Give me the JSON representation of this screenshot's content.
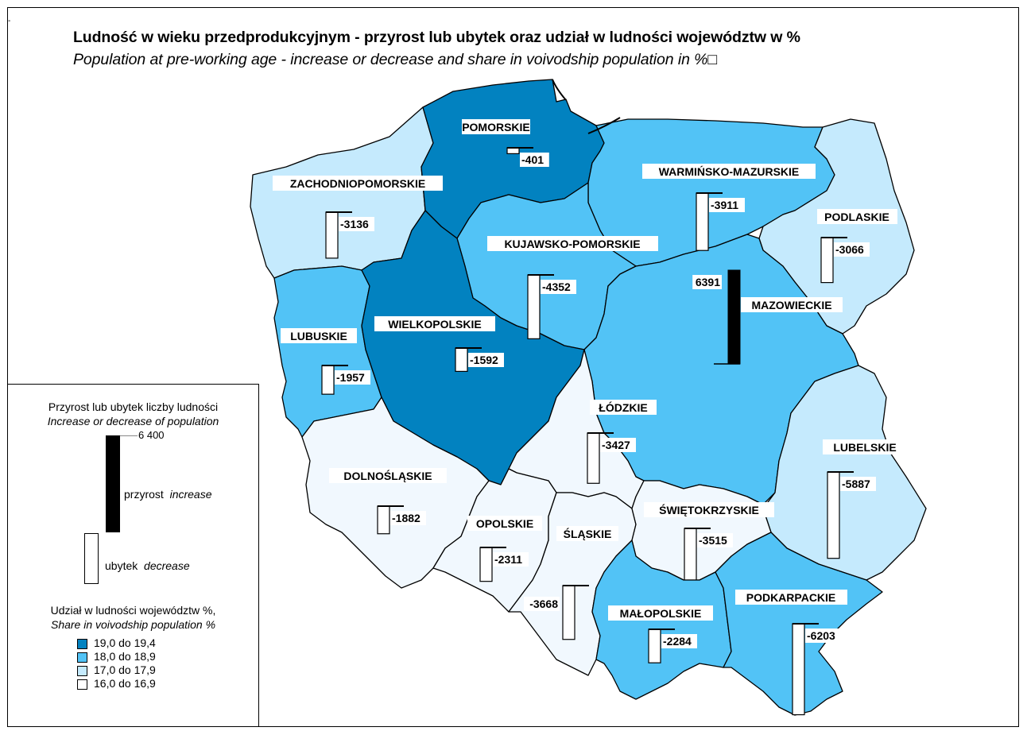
{
  "corner_mark": "-",
  "title": "Ludność w wieku przedprodukcyjnym - przyrost lub ubytek oraz udział w ludności województw w %",
  "subtitle": "Population at pre-working age - increase or decrease and share in voivodship population in %□",
  "colors": {
    "class_19_0_19_4": "#0282c0",
    "class_18_0_18_9": "#52c3f6",
    "class_17_0_17_9": "#c5eafd",
    "class_16_0_16_9": "#f1f8fe",
    "increase_bar": "#000000",
    "decrease_bar": "#ffffff"
  },
  "regions": {
    "zachodniopomorskie": {
      "name": "ZACHODNIOPOMORSKIE",
      "value": -3136,
      "value_label": "-3136",
      "share_class": "17,0 do 17,9"
    },
    "pomorskie": {
      "name": "POMORSKIE",
      "value": -401,
      "value_label": "-401",
      "share_class": "19,0 do 19,4"
    },
    "warminsko_mazurskie": {
      "name": "WARMIŃSKO-MAZURSKIE",
      "value": -3911,
      "value_label": "-3911",
      "share_class": "18,0 do 18,9"
    },
    "podlaskie": {
      "name": "PODLASKIE",
      "value": -3066,
      "value_label": "-3066",
      "share_class": "17,0 do 17,9"
    },
    "kujawsko_pomorskie": {
      "name": "KUJAWSKO-POMORSKIE",
      "value": -4352,
      "value_label": "-4352",
      "share_class": "18,0 do 18,9"
    },
    "mazowieckie": {
      "name": "MAZOWIECKIE",
      "value": 6391,
      "value_label": "6391",
      "share_class": "18,0 do 18,9"
    },
    "lubuskie": {
      "name": "LUBUSKIE",
      "value": -1957,
      "value_label": "-1957",
      "share_class": "18,0 do 18,9"
    },
    "wielkopolskie": {
      "name": "WIELKOPOLSKIE",
      "value": -1592,
      "value_label": "-1592",
      "share_class": "19,0 do 19,4"
    },
    "lodzkie": {
      "name": "ŁÓDZKIE",
      "value": -3427,
      "value_label": "-3427",
      "share_class": "16,0 do 16,9"
    },
    "lubelskie": {
      "name": "LUBELSKIE",
      "value": -5887,
      "value_label": "-5887",
      "share_class": "17,0 do 17,9"
    },
    "dolnoslaskie": {
      "name": "DOLNOŚLĄSKIE",
      "value": -1882,
      "value_label": "-1882",
      "share_class": "16,0 do 16,9"
    },
    "opolskie": {
      "name": "OPOLSKIE",
      "value": -2311,
      "value_label": "-2311",
      "share_class": "16,0 do 16,9"
    },
    "slaskie": {
      "name": "ŚLĄSKIE",
      "value": -3668,
      "value_label": "-3668",
      "share_class": "16,0 do 16,9"
    },
    "swietokrzyskie": {
      "name": "ŚWIĘTOKRZYSKIE",
      "value": -3515,
      "value_label": "-3515",
      "share_class": "16,0 do 16,9"
    },
    "malopolskie": {
      "name": "MAŁOPOLSKIE",
      "value": -2284,
      "value_label": "-2284",
      "share_class": "18,0 do 18,9"
    },
    "podkarpackie": {
      "name": "PODKARPACKIE",
      "value": -6203,
      "value_label": "-6203",
      "share_class": "18,0 do 18,9"
    }
  },
  "legend": {
    "bars_title_pl": "Przyrost lub ubytek liczby ludności",
    "bars_title_en": "Increase or decrease of population",
    "scale_value": "6 400",
    "increase_pl": "przyrost",
    "increase_en": "increase",
    "decrease_pl": "ubytek",
    "decrease_en": "decrease",
    "share_title_pl": "Udział w ludności województw %,",
    "share_title_en": "Share in voivodship population %",
    "classes": [
      "19,0 do 19,4",
      "18,0 do 18,9",
      "17,0 do 17,9",
      "16,0 do 16,9"
    ]
  }
}
